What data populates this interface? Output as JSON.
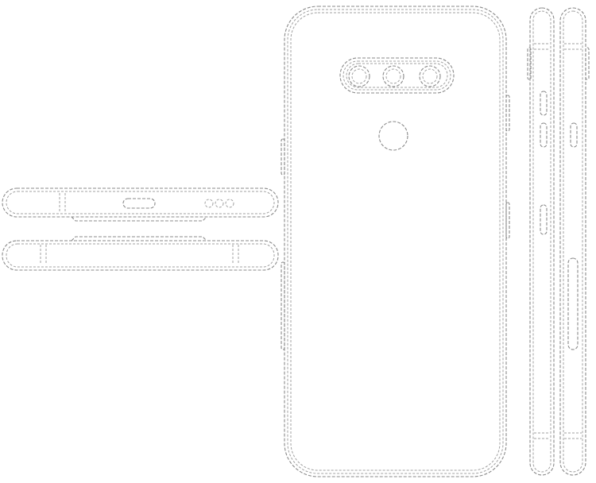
{
  "figure": {
    "views": [
      "top-edge-view",
      "bottom-edge-view",
      "rear-view",
      "left-side-view",
      "right-side-view"
    ],
    "line_color": "#8a8a8a",
    "background": "#ffffff",
    "line_style": "dashed"
  }
}
